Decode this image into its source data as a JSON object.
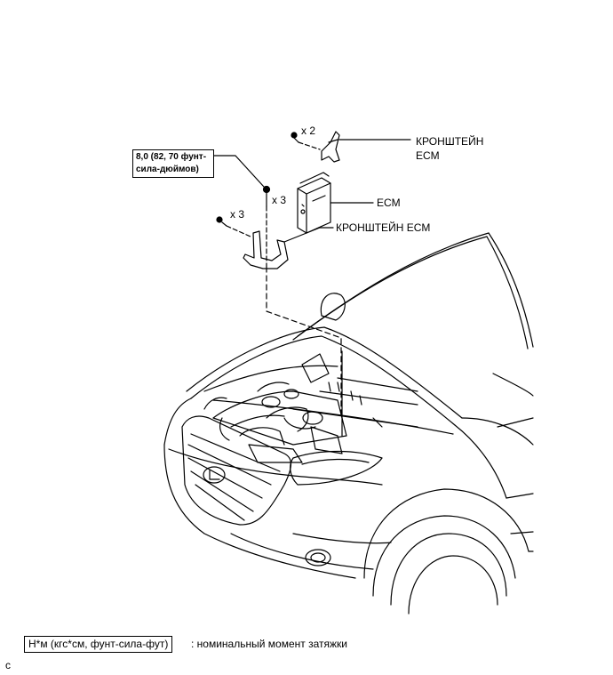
{
  "labels": {
    "bracket_top_line1": "КРОНШТЕЙН",
    "bracket_top_line2": "ECM",
    "ecm": "ECM",
    "bracket_bottom": "КРОНШТЕЙН ECM",
    "qty_top": "x 2",
    "qty_middle": "x 3",
    "qty_left": "x 3"
  },
  "torque": {
    "line1": "8,0 (82, 70 фунт-",
    "line2": "сила-дюймов)"
  },
  "legend": {
    "unit_box": "Н*м (кгс*см, фунт-сила-фут)",
    "description": ": номинальный момент затяжки"
  },
  "corner_mark": "c",
  "colors": {
    "line": "#000000",
    "background": "#ffffff"
  },
  "icons": [
    "bolt-icon",
    "ecm-unit",
    "bracket",
    "lexus-emblem",
    "vehicle-outline"
  ]
}
